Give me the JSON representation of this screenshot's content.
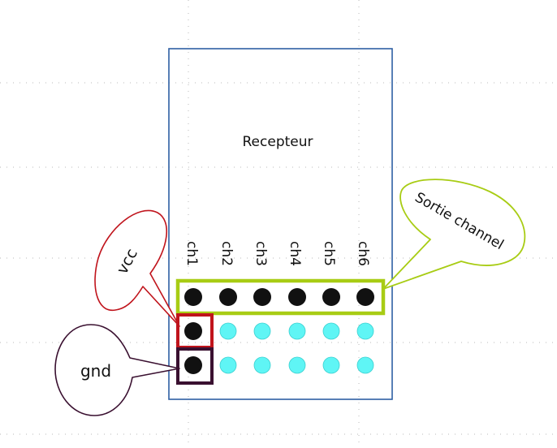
{
  "receiver": {
    "title": "Recepteur"
  },
  "channels": [
    "ch1",
    "ch2",
    "ch3",
    "ch4",
    "ch5",
    "ch6"
  ],
  "callouts": {
    "vcc": "vcc",
    "gnd": "gnd",
    "sortie": "Sortie channel"
  },
  "colors": {
    "box": "#2e5fa3",
    "pin_signal": "#111111",
    "pin_empty": "#5ff5f5",
    "signal_highlight": "#a8cc14",
    "vcc": "#c0141c",
    "gnd": "#3a1030",
    "grid": "#b8b8b8"
  }
}
